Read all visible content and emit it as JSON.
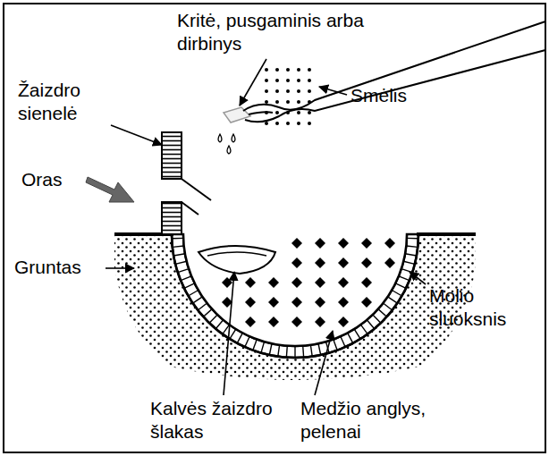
{
  "diagram": {
    "labels": [
      "Kritė, pusgaminis arba dirbinys",
      "Smėlis",
      "Žaizdro sienelė",
      "Oras",
      "Gruntas",
      "Molio sluoksnis",
      "Kalvės žaizdro šlakas",
      "Medžio anglys, pelenai"
    ]
  }
}
